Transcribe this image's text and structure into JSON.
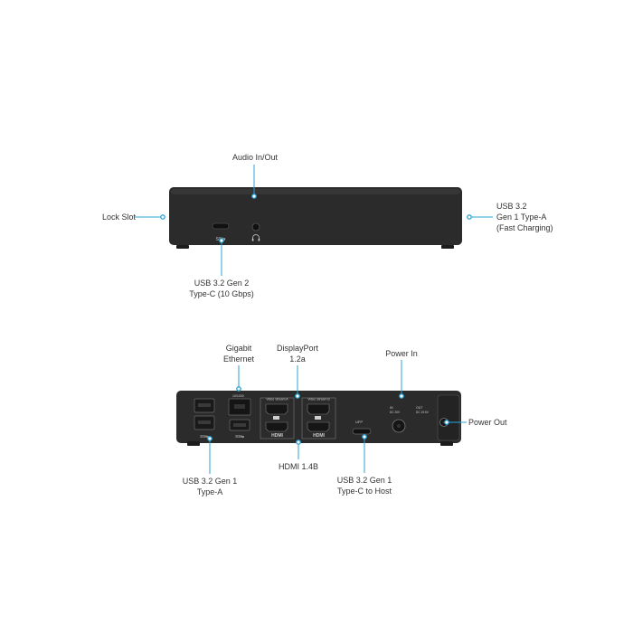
{
  "front_view": {
    "audio_label": "Audio In/Out",
    "lock_label": "Lock Slot",
    "usb_a_fast_label": [
      "USB 3.2",
      "Gen 1 Type-A",
      "(Fast Charging)"
    ],
    "usb_c_label": [
      "USB 3.2 Gen 2",
      "Type-C (10 Gbps)"
    ],
    "usbc_logo": "SS⇆",
    "audio_icon": "headset-mic-icon"
  },
  "rear_view": {
    "ethernet_label": [
      "Gigabit",
      "Ethernet"
    ],
    "displayport_label": [
      "DisplayPort",
      "1.2a"
    ],
    "power_in_label": "Power In",
    "power_out_label": "Power Out",
    "usb_a_label": [
      "USB 3.2 Gen 1",
      "Type-A"
    ],
    "hdmi_label": "HDMI 1.4B",
    "usb_c_host_label": [
      "USB 3.2 Gen 1",
      "Type-C to Host"
    ],
    "panel_text": {
      "video_stream_a": "Video Stream A",
      "video_stream_b": "Video Stream B",
      "hdmi_logo": "HDMI",
      "ufp": "UFP",
      "in": "IN",
      "in_rating": "DC 20V",
      "out": "OUT",
      "out_rating": "DC 19.5V",
      "ss_logo": "SS⇆",
      "ethernet_mark": "10/1000"
    }
  },
  "colors": {
    "accent": "#2aa3d6",
    "device": "#2b2b2b",
    "text": "#333333"
  }
}
